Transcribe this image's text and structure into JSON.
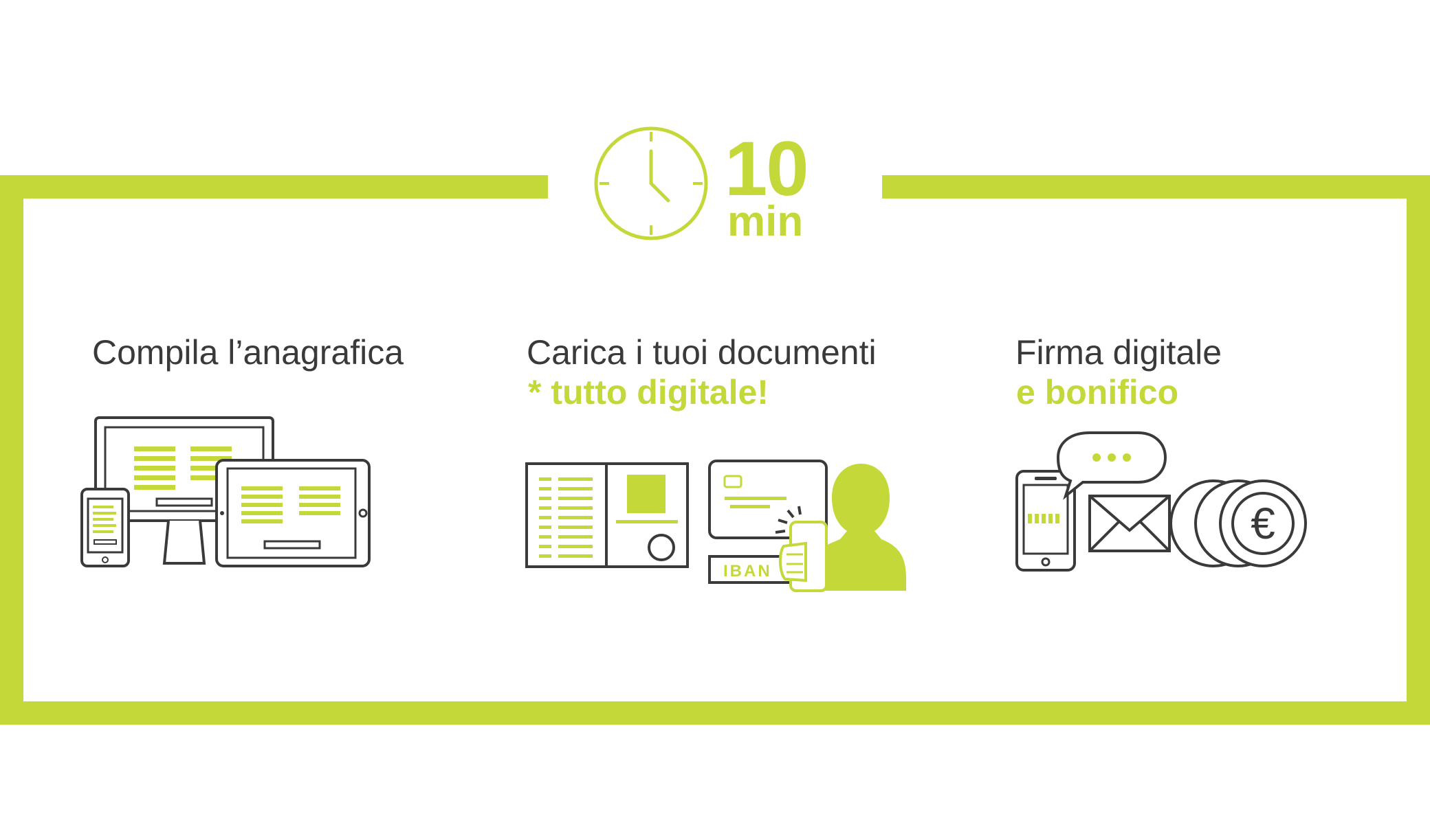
{
  "timer": {
    "value": "10",
    "unit": "min"
  },
  "steps": [
    {
      "title": "Compila l’anagrafica",
      "subtitle": ""
    },
    {
      "title": "Carica i tuoi documenti",
      "subtitle": "*  tutto digitale!"
    },
    {
      "title": "Firma digitale",
      "subtitle": "e bonifico"
    }
  ],
  "icons": {
    "card_label": "IBAN",
    "coin_symbol": "€"
  },
  "colors": {
    "accent": "#c5d83a",
    "dark": "#3a3a3a"
  }
}
